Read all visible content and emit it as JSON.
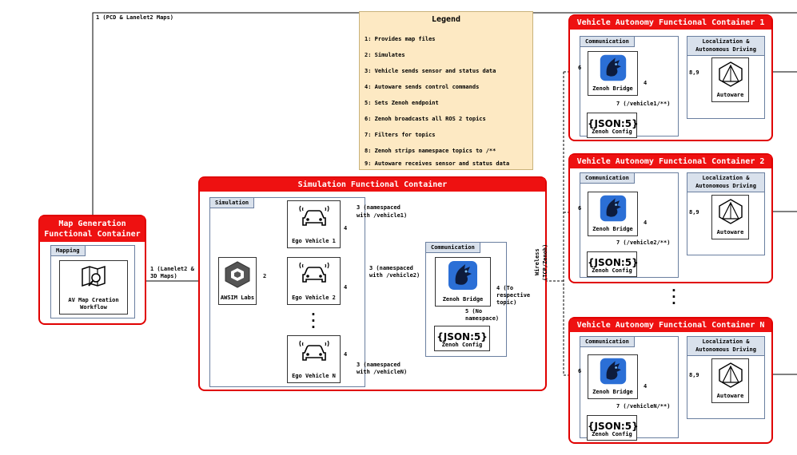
{
  "legend": {
    "title": "Legend",
    "items": [
      "1: Provides map files",
      "2: Simulates",
      "3: Vehicle sends sensor and status data",
      "4: Autoware sends control commands",
      "5: Sets Zenoh endpoint",
      "6: Zenoh broadcasts all ROS 2 topics",
      "7: Filters for topics",
      "8: Zenoh strips namespace topics to /**",
      "9: Autoware receives sensor and status data"
    ]
  },
  "map_container": {
    "title": "Map Generation Functional Container",
    "panel": "Mapping",
    "node": "AV Map Creation Workflow"
  },
  "sim_container": {
    "title": "Simulation Functional Container",
    "sim_panel": "Simulation",
    "awsim": "AWSIM Labs",
    "vehicles": [
      "Ego Vehicle 1",
      "Ego Vehicle 2",
      "Ego Vehicle N"
    ],
    "comm_panel": "Communication",
    "bridge": "Zenoh Bridge",
    "config": "Zenoh Config"
  },
  "autonomy_containers": [
    {
      "title": "Vehicle Autonomy Functional Container 1",
      "label7": "7 (/vehicle1/**)"
    },
    {
      "title": "Vehicle Autonomy Functional Container 2",
      "label7": "7 (/vehicle2/**)"
    },
    {
      "title": "Vehicle Autonomy Functional Container N",
      "label7": "7 (/vehicleN/**)"
    }
  ],
  "autonomy_common": {
    "comm_panel": "Communication",
    "loc_panel": "Localization & Autonomous Driving",
    "bridge": "Zenoh Bridge",
    "config": "Zenoh Config",
    "autoware": "Autoware",
    "label6": "6",
    "label4": "4",
    "label89": "8,9"
  },
  "json_badge": {
    "open": "{",
    "text": "JSON",
    "sep": ":",
    "num": "5",
    "close": "}"
  },
  "edges": {
    "top_map": "1 (PCD & Lanelet2 Maps)",
    "map_to_sim_a": "1 (Lanelet2 &",
    "map_to_sim_b": "3D Maps)",
    "simulates": "2",
    "v1_a": "3 (namespaced",
    "v1_b": "with /vehicle1)",
    "v2_a": "3 (namespaced",
    "v2_b": "with /vehicle2)",
    "vn_a": "3 (namespaced",
    "vn_b": "with /vehicleN)",
    "cmd1": "4",
    "cmd2": "4",
    "cmdn": "4",
    "no_ns_a": "5 (No",
    "no_ns_b": "namespace)",
    "to_topic_a": "4 (To",
    "to_topic_b": "respective",
    "to_topic_c": "topic)",
    "wireless_a": "Wireless",
    "wireless_b": "(TCP/Zenoh)"
  }
}
